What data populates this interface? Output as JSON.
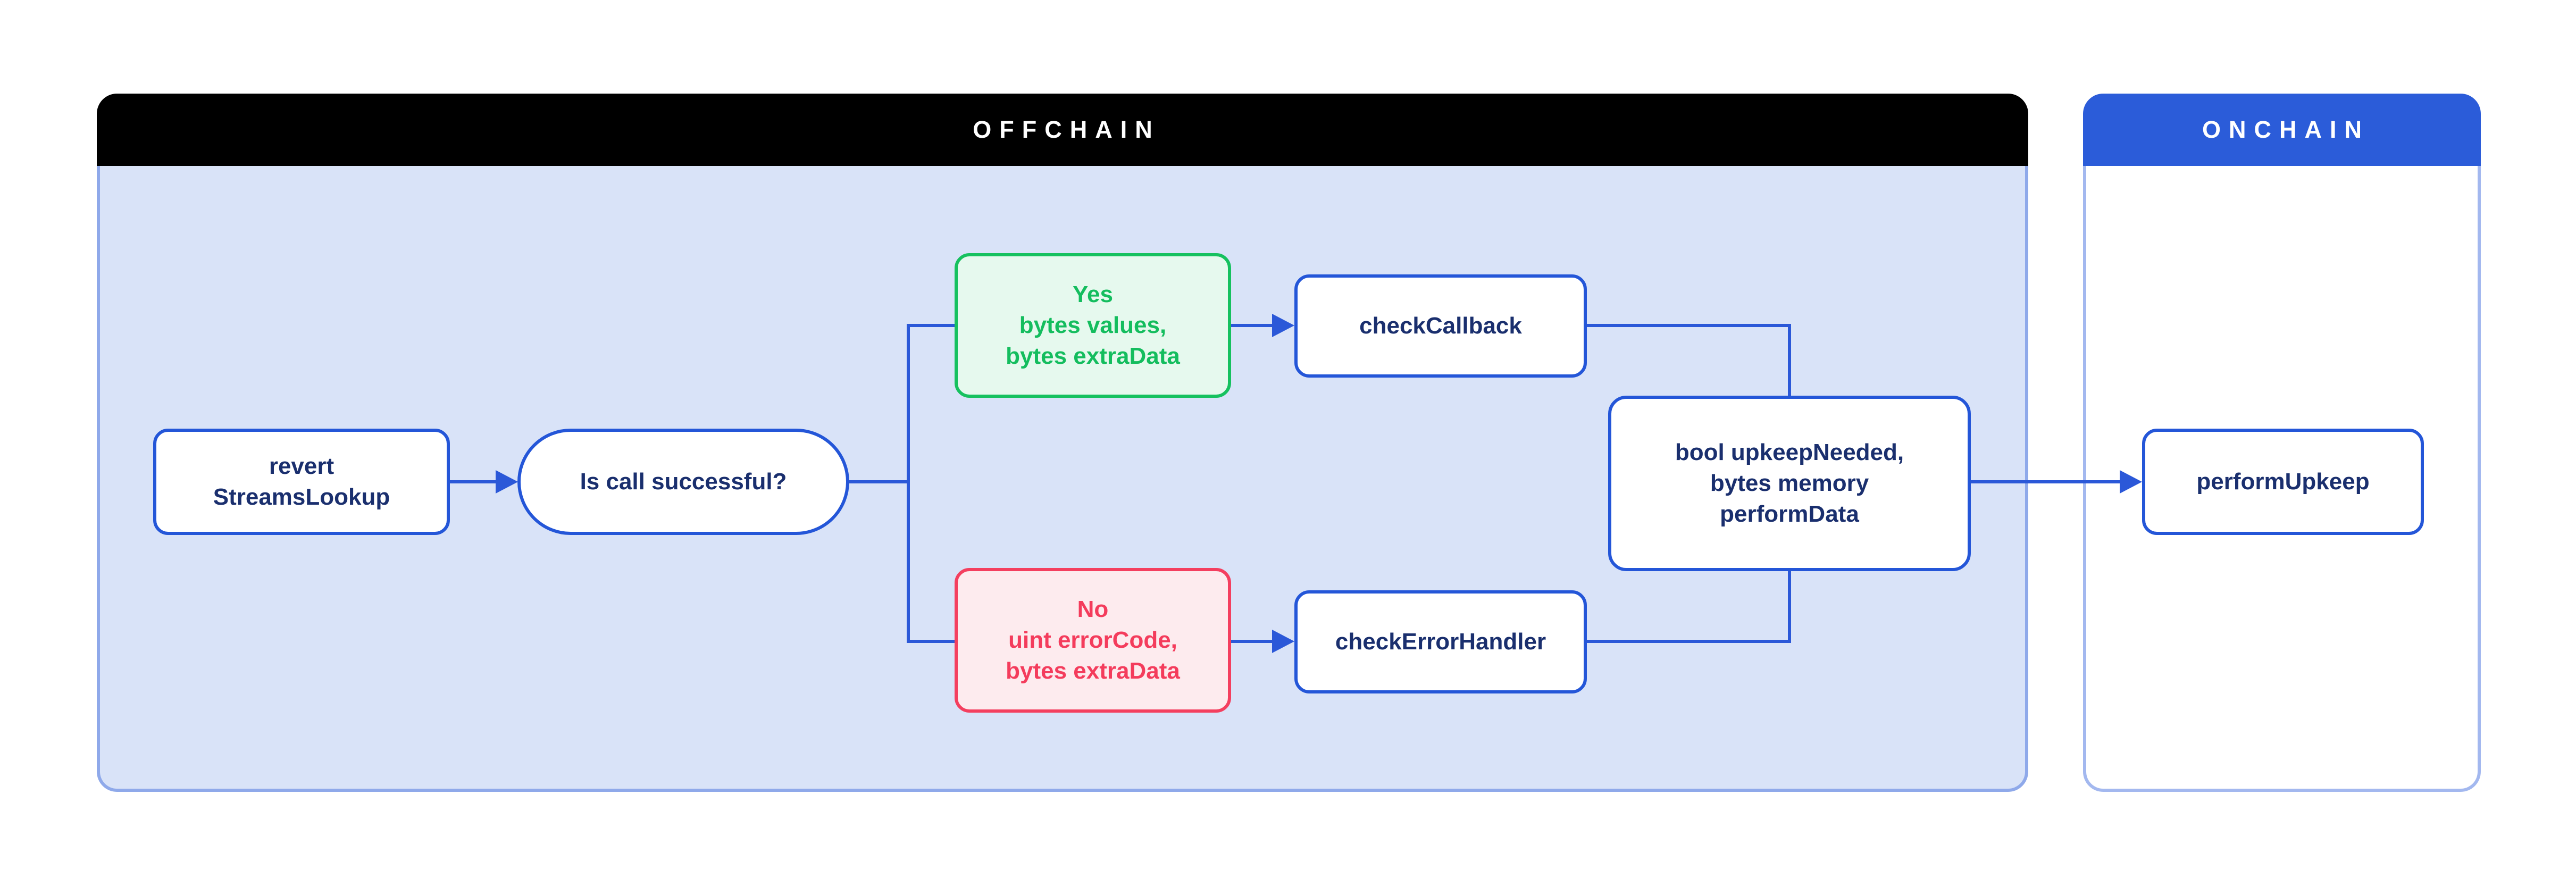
{
  "diagram": {
    "offchain": {
      "title": "OFFCHAIN"
    },
    "onchain": {
      "title": "ONCHAIN"
    }
  },
  "nodes": {
    "revert": {
      "label": "revert\nStreamsLookup"
    },
    "decision": {
      "label": "Is call successful?"
    },
    "yes_branch": {
      "label": "Yes\nbytes values,\nbytes extraData"
    },
    "check_callback": {
      "label": "checkCallback"
    },
    "no_branch": {
      "label": "No\nuint errorCode,\nbytes extraData"
    },
    "check_error_handler": {
      "label": "checkErrorHandler"
    },
    "upkeep_result": {
      "label": "bool upkeepNeeded,\nbytes memory\nperformData"
    },
    "perform_upkeep": {
      "label": "performUpkeep"
    }
  },
  "colors": {
    "offchain_header_bg": "#000000",
    "onchain_header_bg": "#2b5cd9",
    "offchain_body_bg": "#d9e3f8",
    "panel_border": "#8fa9ea",
    "node_border_blue": "#2456d8",
    "node_text_navy": "#1a2f6e",
    "connector_blue": "#2b58d8",
    "yes_green": "#16c15f",
    "yes_bg": "#e6f9ee",
    "no_red": "#f43f5f",
    "no_bg": "#fdebee"
  }
}
